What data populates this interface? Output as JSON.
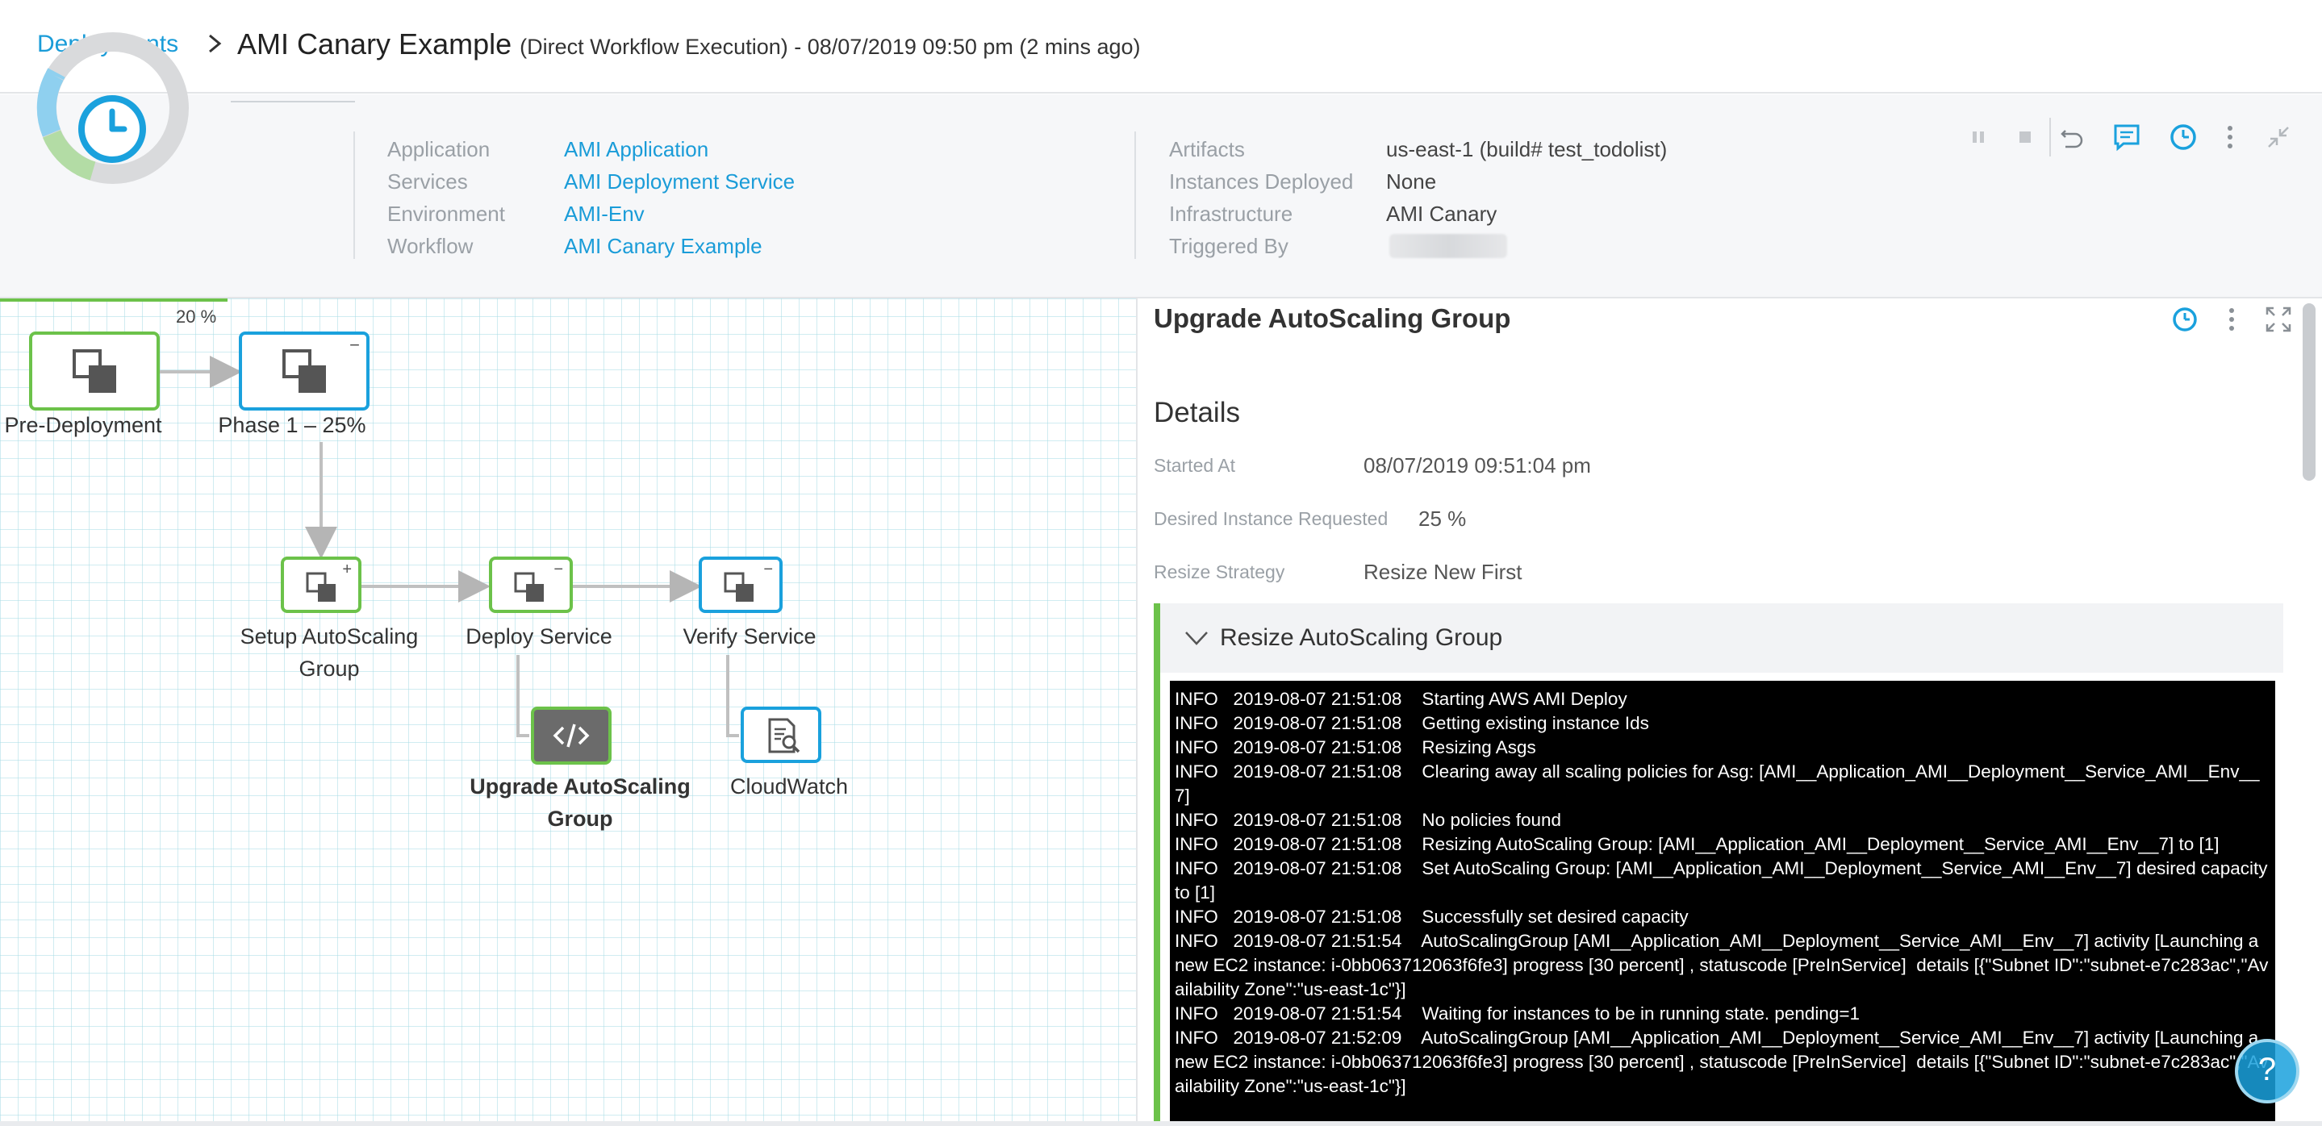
{
  "breadcrumb": {
    "root": "Deployments",
    "title": "AMI Canary Example",
    "subtitle": "(Direct Workflow Execution) - 08/07/2019 09:50 pm (2 mins ago)"
  },
  "summary": {
    "left": [
      {
        "key": "Application",
        "value": "AMI Application"
      },
      {
        "key": "Services",
        "value": "AMI Deployment Service"
      },
      {
        "key": "Environment",
        "value": "AMI-Env"
      },
      {
        "key": "Workflow",
        "value": "AMI Canary Example"
      }
    ],
    "right": [
      {
        "key": "Artifacts",
        "value": "us-east-1 (build# test_todolist)"
      },
      {
        "key": "Instances Deployed",
        "value": "None"
      },
      {
        "key": "Infrastructure",
        "value": "AMI Canary"
      },
      {
        "key": "Triggered By",
        "value": ""
      }
    ],
    "toolbar_icons": [
      "pause-icon",
      "stop-icon",
      "rollback-icon",
      "comment-icon",
      "clock-icon",
      "more-icon",
      "collapse-icon"
    ]
  },
  "graph": {
    "progress_percent": 20,
    "progress_label": "20 %",
    "nodes": {
      "pre_deployment": "Pre-Deployment",
      "phase1": "Phase 1 – 25%",
      "setup_asg_1": "Setup AutoScaling",
      "setup_asg_2": "Group",
      "deploy_service": "Deploy Service",
      "verify_service": "Verify Service",
      "upgrade_asg_1": "Upgrade AutoScaling",
      "upgrade_asg_2": "Group",
      "cloudwatch": "CloudWatch"
    }
  },
  "details_panel": {
    "title": "Upgrade AutoScaling Group",
    "heading": "Details",
    "rows": [
      {
        "key": "Started At",
        "value": "08/07/2019 09:51:04 pm"
      },
      {
        "key": "Desired Instance Requested",
        "value": "25 %"
      },
      {
        "key": "Resize Strategy",
        "value": "Resize New First"
      }
    ],
    "section_title": "Resize AutoScaling Group",
    "logs": [
      "INFO   2019-08-07 21:51:08    Starting AWS AMI Deploy",
      "INFO   2019-08-07 21:51:08    Getting existing instance Ids",
      "INFO   2019-08-07 21:51:08    Resizing Asgs",
      "INFO   2019-08-07 21:51:08    Clearing away all scaling policies for Asg: [AMI__Application_AMI__Deployment__Service_AMI__Env__7]",
      "INFO   2019-08-07 21:51:08    No policies found",
      "INFO   2019-08-07 21:51:08    Resizing AutoScaling Group: [AMI__Application_AMI__Deployment__Service_AMI__Env__7] to [1]",
      "INFO   2019-08-07 21:51:08    Set AutoScaling Group: [AMI__Application_AMI__Deployment__Service_AMI__Env__7] desired capacity to [1]",
      "INFO   2019-08-07 21:51:08    Successfully set desired capacity",
      "INFO   2019-08-07 21:51:54    AutoScalingGroup [AMI__Application_AMI__Deployment__Service_AMI__Env__7] activity [Launching a new EC2 instance: i-0bb063712063f6fe3] progress [30 percent] , statuscode [PreInService]  details [{\"Subnet ID\":\"subnet-e7c283ac\",\"Availability Zone\":\"us-east-1c\"}]",
      "INFO   2019-08-07 21:51:54    Waiting for instances to be in running state. pending=1",
      "INFO   2019-08-07 21:52:09    AutoScalingGroup [AMI__Application_AMI__Deployment__Service_AMI__Env__7] activity [Launching a new EC2 instance: i-0bb063712063f6fe3] progress [30 percent] , statuscode [PreInService]  details [{\"Subnet ID\":\"subnet-e7c283ac\",\"Availability Zone\":\"us-east-1c\"}]"
    ]
  },
  "help": {
    "label": "?"
  },
  "colors": {
    "accent": "#1a9cd8",
    "success": "#6cc24a",
    "console_bg": "#000000"
  }
}
